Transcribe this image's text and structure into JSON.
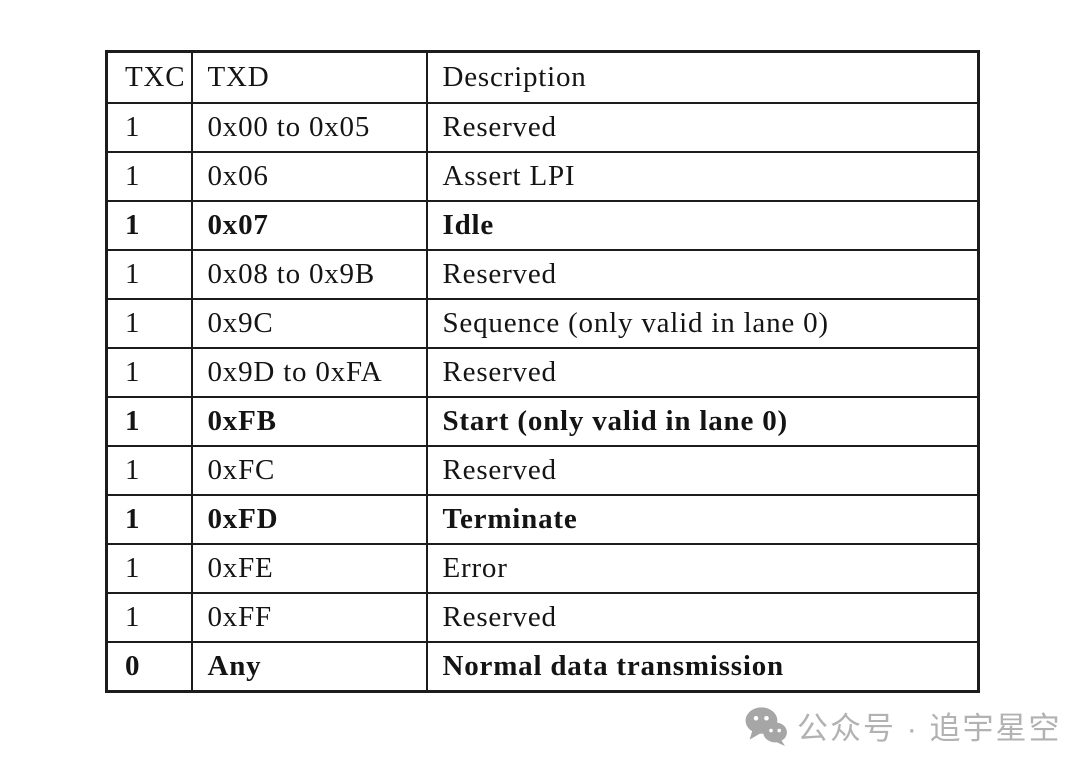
{
  "page": {
    "background": "#ffffff"
  },
  "table": {
    "border_color": "#1c1c1c",
    "columns": [
      "TXC",
      "TXD",
      "Description"
    ],
    "rows": [
      {
        "txc": "1",
        "txd": "0x00 to 0x05",
        "desc": "Reserved",
        "bold": false
      },
      {
        "txc": "1",
        "txd": "0x06",
        "desc": "Assert LPI",
        "bold": false
      },
      {
        "txc": "1",
        "txd": "0x07",
        "desc": "Idle",
        "bold": true
      },
      {
        "txc": "1",
        "txd": "0x08 to 0x9B",
        "desc": "Reserved",
        "bold": false
      },
      {
        "txc": "1",
        "txd": "0x9C",
        "desc": "Sequence (only valid in lane 0)",
        "bold": false
      },
      {
        "txc": "1",
        "txd": "0x9D to 0xFA",
        "desc": "Reserved",
        "bold": false
      },
      {
        "txc": "1",
        "txd": "0xFB",
        "desc": "Start (only valid in lane 0)",
        "bold": true
      },
      {
        "txc": "1",
        "txd": "0xFC",
        "desc": "Reserved",
        "bold": false
      },
      {
        "txc": "1",
        "txd": "0xFD",
        "desc": "Terminate",
        "bold": true
      },
      {
        "txc": "1",
        "txd": "0xFE",
        "desc": "Error",
        "bold": false
      },
      {
        "txc": "1",
        "txd": "0xFF",
        "desc": "Reserved",
        "bold": false
      },
      {
        "txc": "0",
        "txd": "Any",
        "desc": "Normal data transmission",
        "bold": true
      }
    ]
  },
  "watermark": {
    "icon": "wechat-icon",
    "text": "公众号 · 追宇星空",
    "color": "#b2b2b2"
  }
}
